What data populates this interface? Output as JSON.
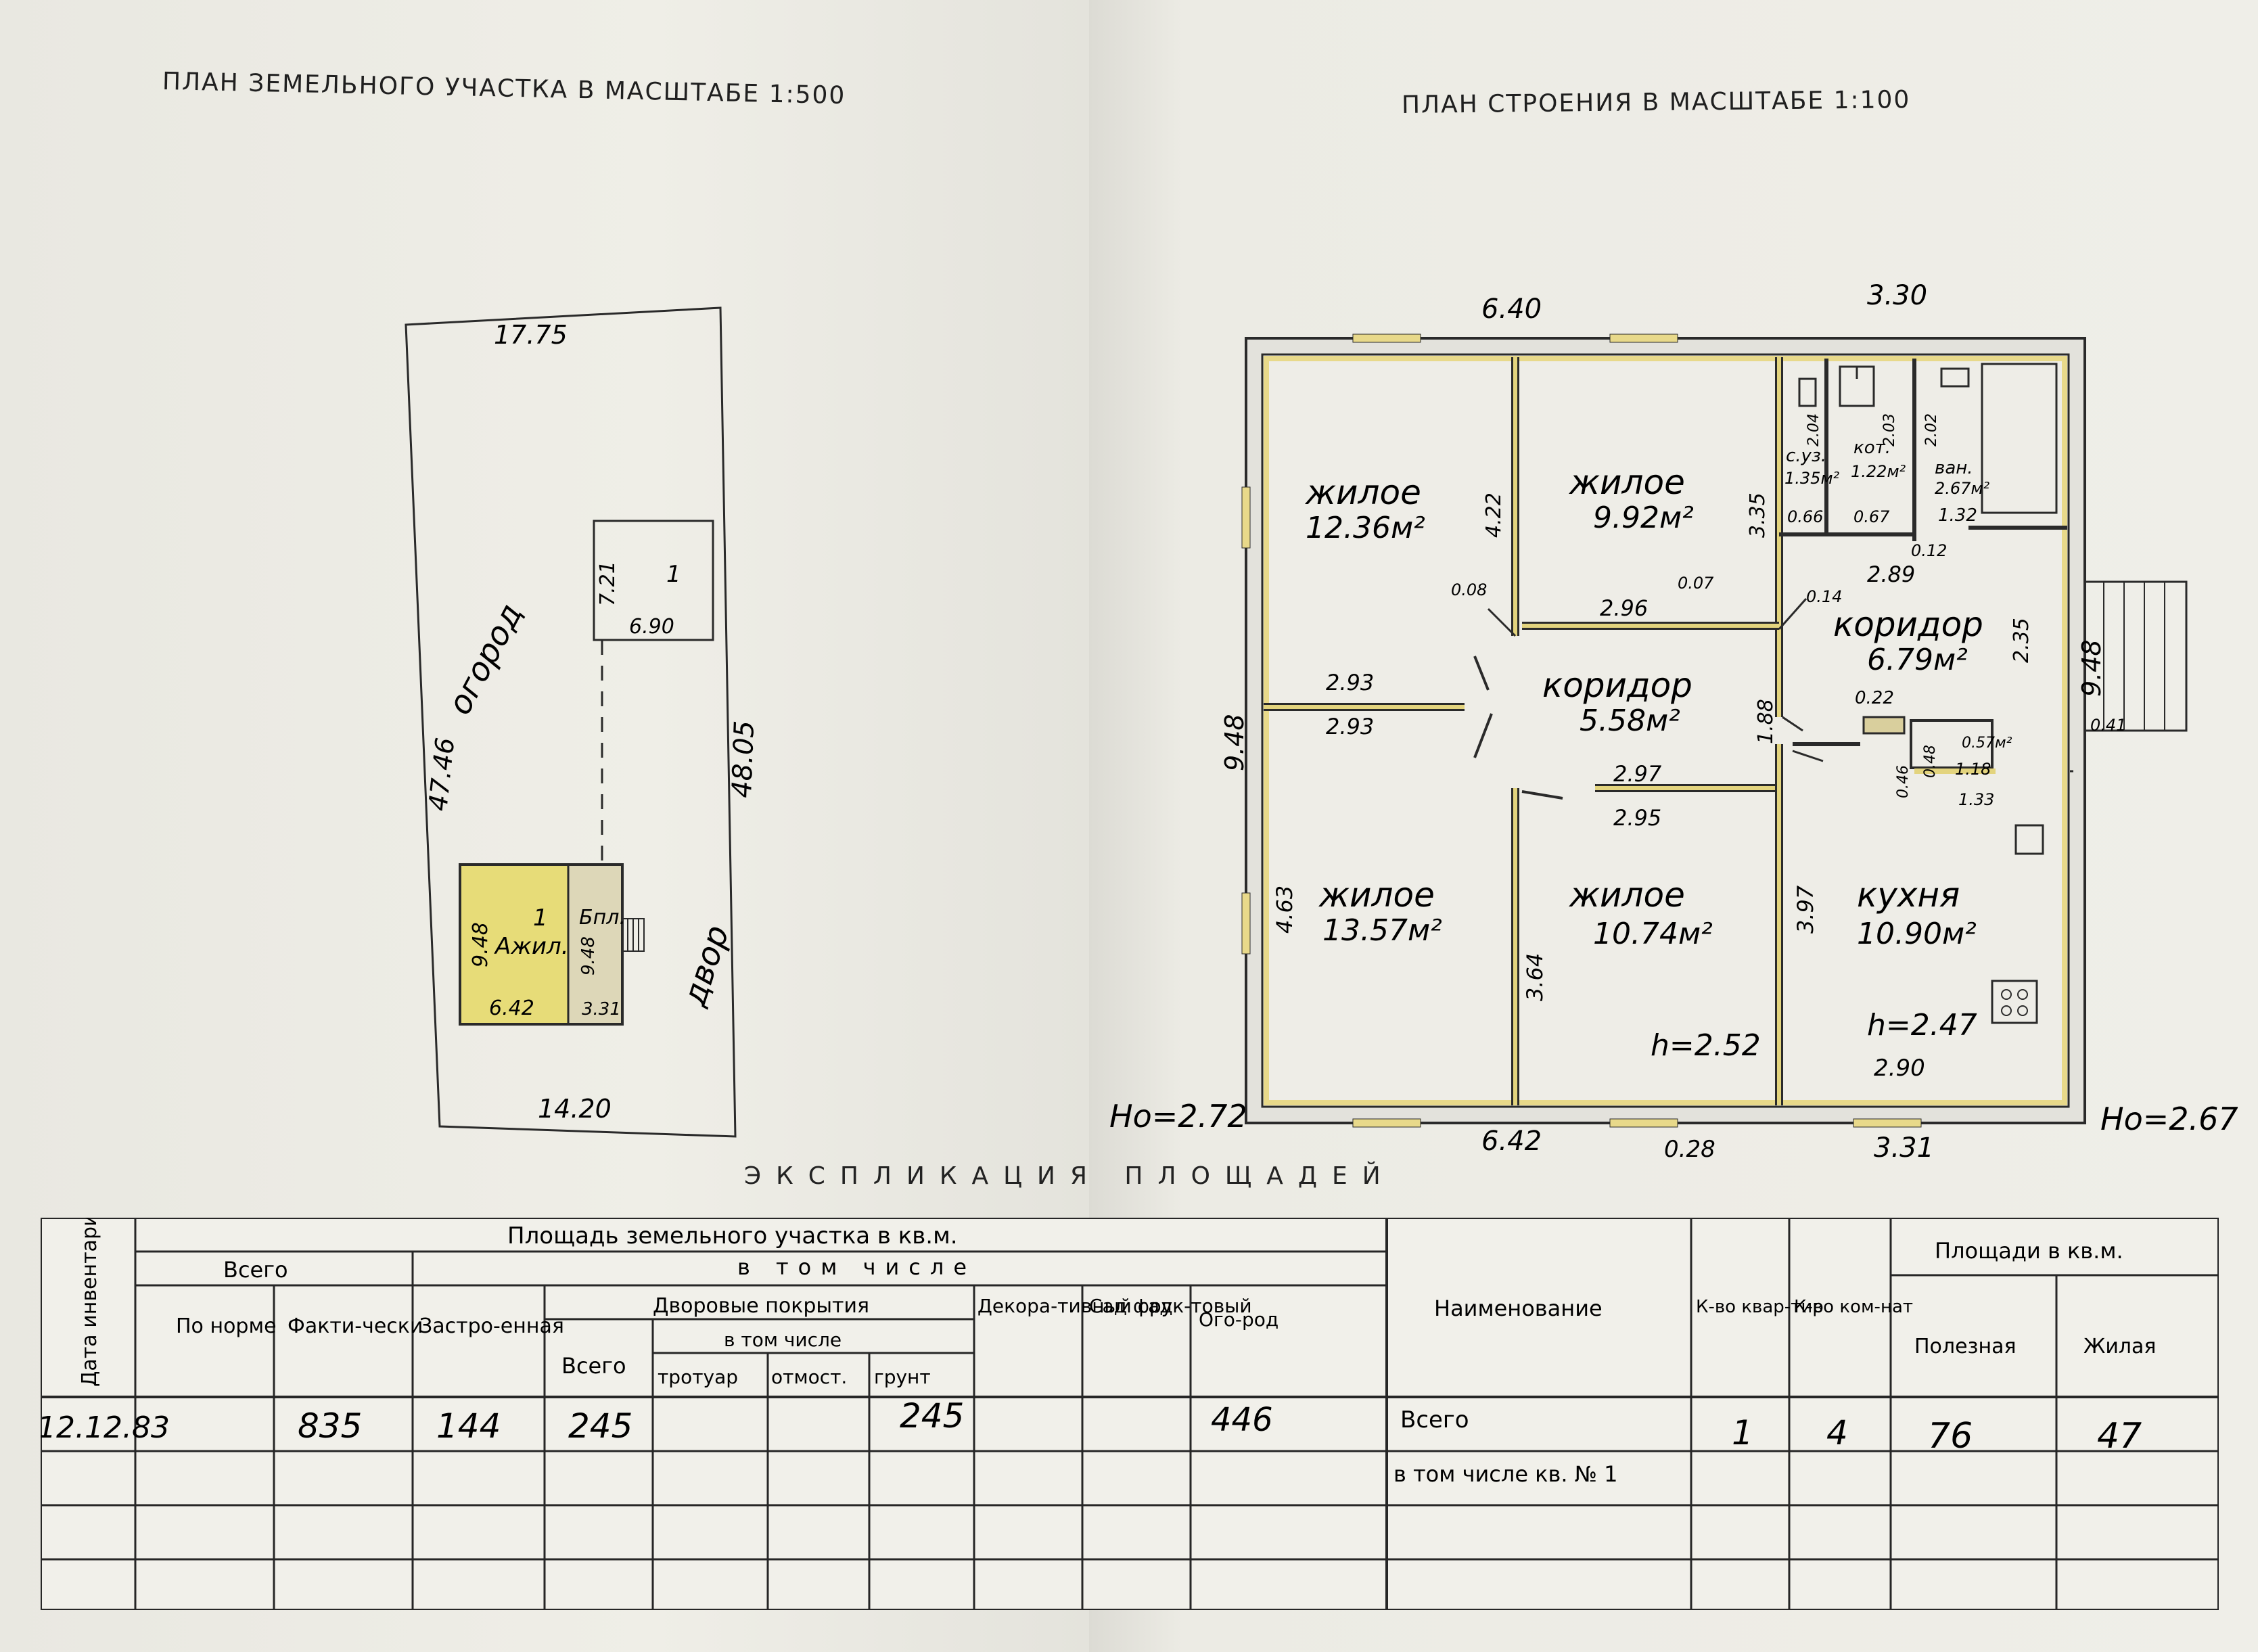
{
  "headings": {
    "site_plan": "ПЛАН ЗЕМЕЛЬНОГО УЧАСТКА В МАСШТАБЕ 1:500",
    "building_plan": "ПЛАН СТРОЕНИЯ В МАСШТАБЕ 1:100",
    "explication": "ЭКСПЛИКАЦИЯ ПЛОЩАДЕЙ"
  },
  "site": {
    "top_width": "17.75",
    "bottom_width": "14.20",
    "left_length": "47.46",
    "right_length": "48.05",
    "garden_label": "огород",
    "yard_label": "двор",
    "shed": {
      "number": "1",
      "height": "7.21",
      "width": "6.90"
    },
    "house": {
      "label_main": "1",
      "label_sub": "Ажил.",
      "length": "9.48",
      "width": "6.42",
      "annex_label": "Бпл.",
      "annex_length": "9.48",
      "annex_width": "3.31"
    }
  },
  "plan": {
    "top_dims": [
      "6.40",
      "3.30"
    ],
    "bottom_dims": [
      "6.42",
      "3.31",
      "0.28"
    ],
    "left_dim": "9.48",
    "right_dim": "9.48",
    "level_left": "Но=2.72",
    "level_right": "Но=2.67",
    "rooms": [
      {
        "name": "жилое",
        "area": "12.36м²"
      },
      {
        "name": "жилое",
        "area": "9.92м²"
      },
      {
        "name": "коридор",
        "area": "5.58м²"
      },
      {
        "name": "коридор",
        "area": "6.79м²"
      },
      {
        "name": "жилое",
        "area": "13.57м²"
      },
      {
        "name": "жилое",
        "area": "10.74м²"
      },
      {
        "name": "кухня",
        "area": "10.90м²"
      }
    ],
    "small_rooms": [
      {
        "name": "с.уз.",
        "area": "1.35м²",
        "dim": "2.04"
      },
      {
        "name": "кот.",
        "area": "1.22м²",
        "dim": "2.03"
      },
      {
        "name": "ван.",
        "area": "2.67м²",
        "dim": "2.02"
      }
    ],
    "dims": [
      "4.22",
      "3.35",
      "0.08",
      "2.96",
      "0.07",
      "0.14",
      "2.89",
      "0.12",
      "0.66",
      "0.67",
      "1.32",
      "2.35",
      "2.93",
      "2.93",
      "1.88",
      "0.22",
      "2.97",
      "2.95",
      "0.46",
      "0.48",
      "0.57м²",
      "1.18",
      "1.33",
      "0.41",
      "4.63",
      "3.64",
      "3.97",
      "2.90"
    ],
    "heights": [
      "h=2.52",
      "h=2.47"
    ]
  },
  "table": {
    "headers": {
      "date_col": "Дата инвентариз.",
      "land_area": "Площадь земельного участка в кв.м.",
      "total_group": "Всего",
      "in_that_number": "в том числе",
      "by_norm": "По норме",
      "actual": "Факти-чески",
      "built": "Застро-енная",
      "yard_covers": "Дворовые покрытия",
      "yard_in_number": "в том числе",
      "yard_total": "Всего",
      "sidewalk": "тротуар",
      "blind_area": "отмост.",
      "ground": "грунт",
      "decorative_garden": "Декора-тивный сад",
      "orchard": "Сад фрук-товый",
      "vegetable_garden": "Ого-род",
      "name": "Наименование",
      "apartments": "К-во квар-тир",
      "rooms": "К-во ком-нат",
      "areas": "Площади в кв.м.",
      "useful": "Полезная",
      "living": "Жилая"
    },
    "rows": [
      {
        "date": "12.12.83",
        "by_norm": "",
        "actual": "835",
        "built": "144",
        "yard_total": "245",
        "sidewalk": "",
        "blind_area": "",
        "ground": "245",
        "decorative": "",
        "orchard": "",
        "vegetable": "446",
        "name": "Всего",
        "apartments": "1",
        "rooms": "4",
        "useful": "76",
        "living": "47"
      },
      {
        "date": "",
        "by_norm": "",
        "actual": "",
        "built": "",
        "yard_total": "",
        "sidewalk": "",
        "blind_area": "",
        "ground": "",
        "decorative": "",
        "orchard": "",
        "vegetable": "",
        "name": "в том числе кв. № 1",
        "apartments": "",
        "rooms": "",
        "useful": "",
        "living": ""
      }
    ]
  }
}
